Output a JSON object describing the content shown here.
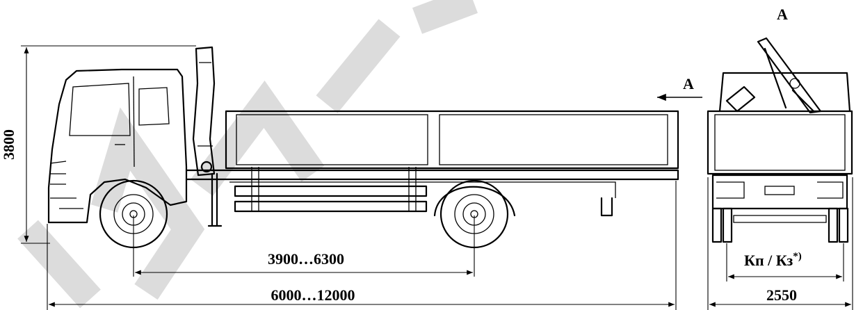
{
  "dimensions": {
    "height": "3800",
    "wheelbase": "3900…6300",
    "total_length": "6000…12000",
    "track": "Кп / Кз",
    "track_note": "*)",
    "width": "2550"
  },
  "views": {
    "arrow_label": "A",
    "view_label": "A"
  },
  "colors": {
    "line": "#000000",
    "watermark": "#dcdcdc",
    "background": "#ffffff"
  }
}
